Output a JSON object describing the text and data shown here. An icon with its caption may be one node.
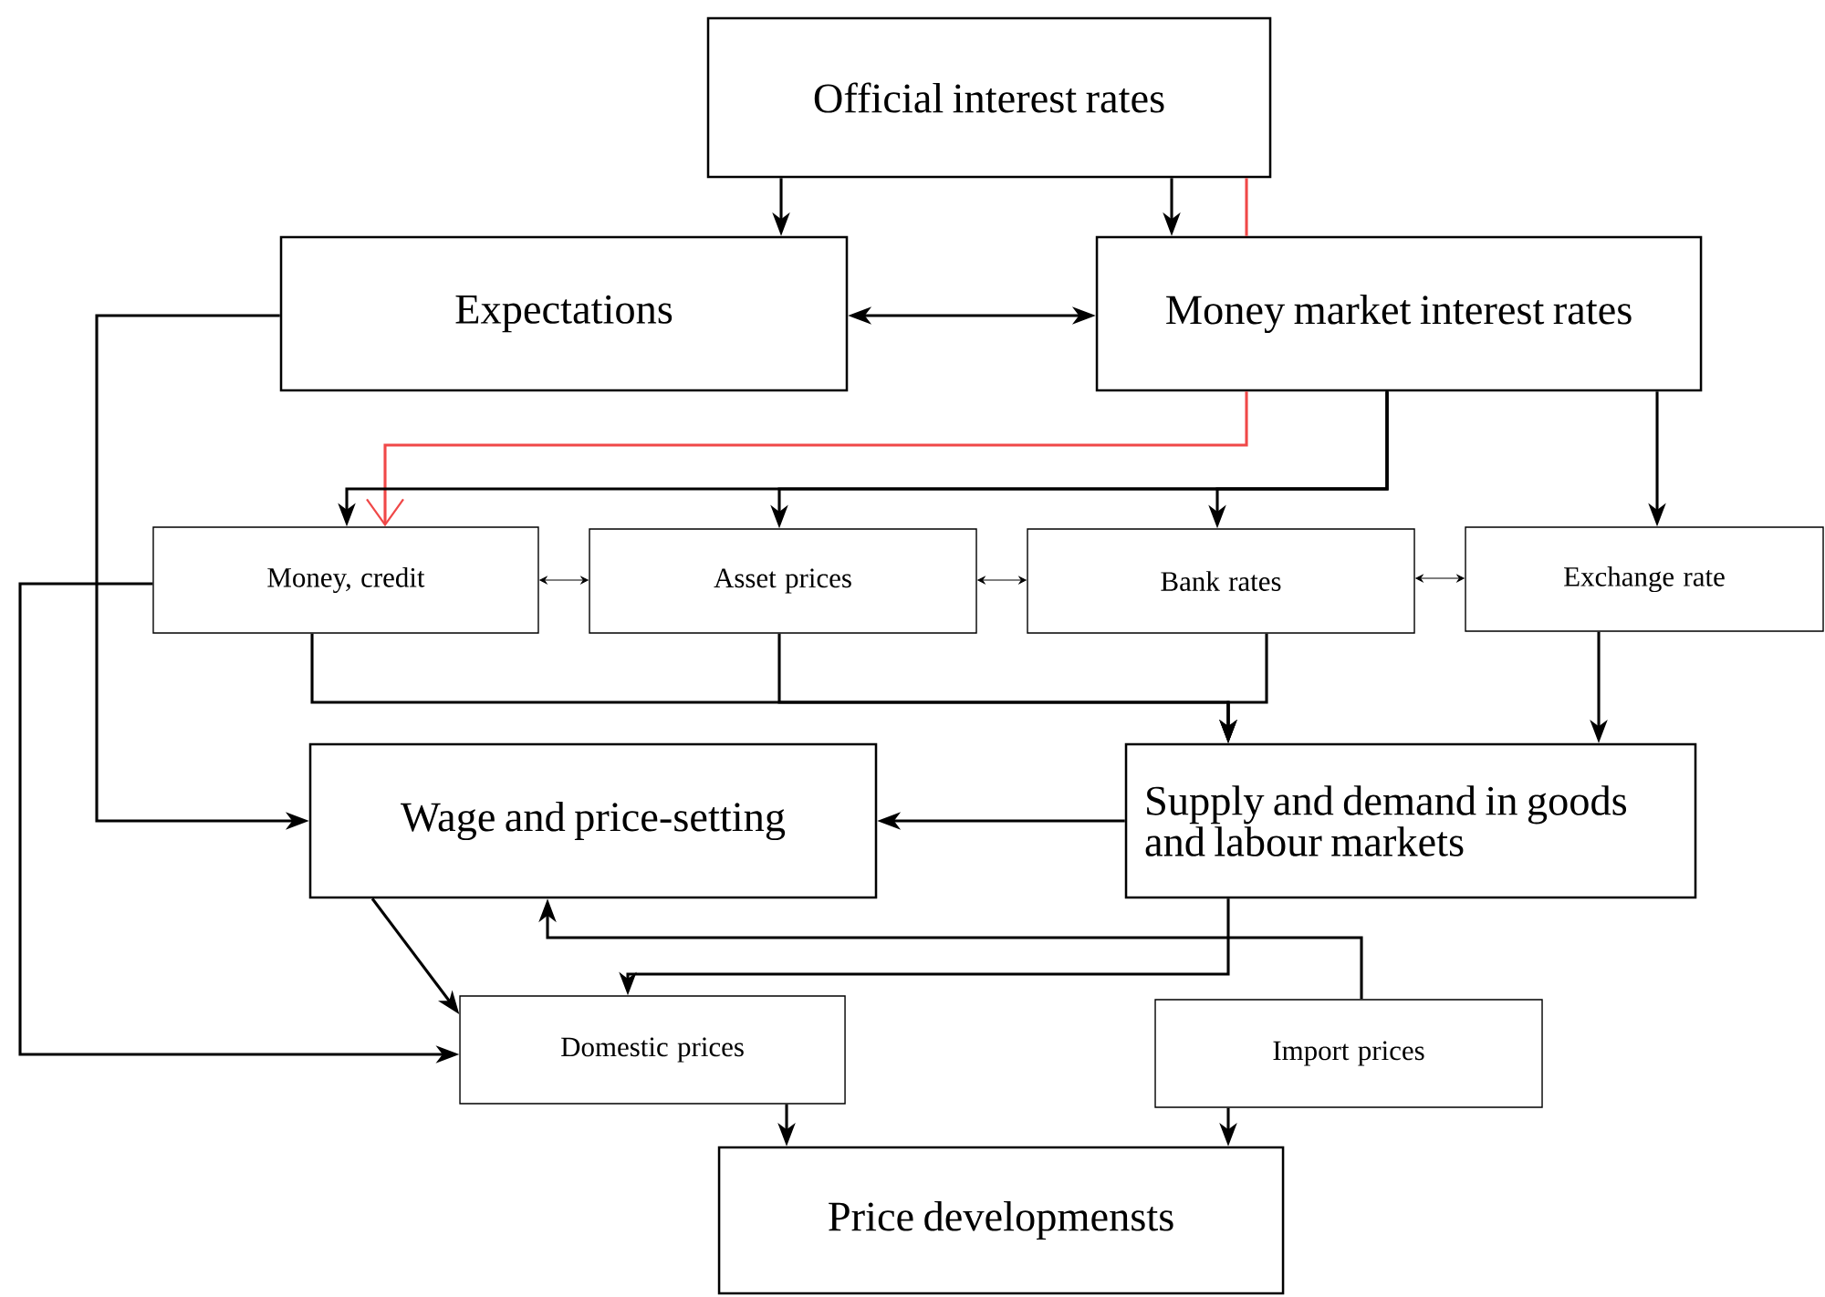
{
  "diagram": {
    "nodes": [
      {
        "text": [
          "Official interest rates"
        ]
      },
      {
        "text": [
          "Expectations"
        ]
      },
      {
        "text": [
          "Money market interest rates"
        ]
      },
      {
        "text": [
          "Money, credit"
        ]
      },
      {
        "text": [
          "Asset prices"
        ]
      },
      {
        "text": [
          "Bank rates"
        ]
      },
      {
        "text": [
          "Exchange rate"
        ]
      },
      {
        "text": [
          "Wage and price-setting"
        ]
      },
      {
        "text": [
          "Supply and demand in goods and labour markets"
        ]
      },
      {
        "text": [
          "Domestic prices"
        ]
      },
      {
        "text": [
          "Import prices"
        ]
      },
      {
        "text": [
          "Price developmensts"
        ]
      }
    ],
    "edges": [
      {
        "from": 0,
        "to": 1,
        "arrow": "to"
      },
      {
        "from": 0,
        "to": 2,
        "arrow": "to"
      },
      {
        "from": 0,
        "to": 2,
        "arrow": "none",
        "color": "#f04848"
      },
      {
        "from": 2,
        "to": 3,
        "arrow": "to",
        "color": "#f04848"
      },
      {
        "from": 1,
        "to": 2,
        "arrow": "both"
      },
      {
        "from": 2,
        "to": 3,
        "arrow": "to"
      },
      {
        "from": 2,
        "to": 4,
        "arrow": "to"
      },
      {
        "from": 2,
        "to": 5,
        "arrow": "to"
      },
      {
        "from": 2,
        "to": 6,
        "arrow": "to"
      },
      {
        "from": 3,
        "to": 4,
        "arrow": "both"
      },
      {
        "from": 4,
        "to": 5,
        "arrow": "both"
      },
      {
        "from": 5,
        "to": 6,
        "arrow": "both"
      },
      {
        "from": 3,
        "to": 8,
        "arrow": "to"
      },
      {
        "from": 4,
        "to": 8,
        "arrow": "to"
      },
      {
        "from": 5,
        "to": 8,
        "arrow": "to"
      },
      {
        "from": 6,
        "to": 8,
        "arrow": "to"
      },
      {
        "from": 1,
        "to": 7,
        "arrow": "to"
      },
      {
        "from": 8,
        "to": 7,
        "arrow": "to"
      },
      {
        "from": 3,
        "to": 9,
        "arrow": "to"
      },
      {
        "from": 7,
        "to": 9,
        "arrow": "to"
      },
      {
        "from": 8,
        "to": 9,
        "arrow": "to"
      },
      {
        "from": 10,
        "to": 7,
        "arrow": "to"
      },
      {
        "from": 9,
        "to": 11,
        "arrow": "to"
      },
      {
        "from": 10,
        "to": 11,
        "arrow": "to"
      }
    ]
  }
}
